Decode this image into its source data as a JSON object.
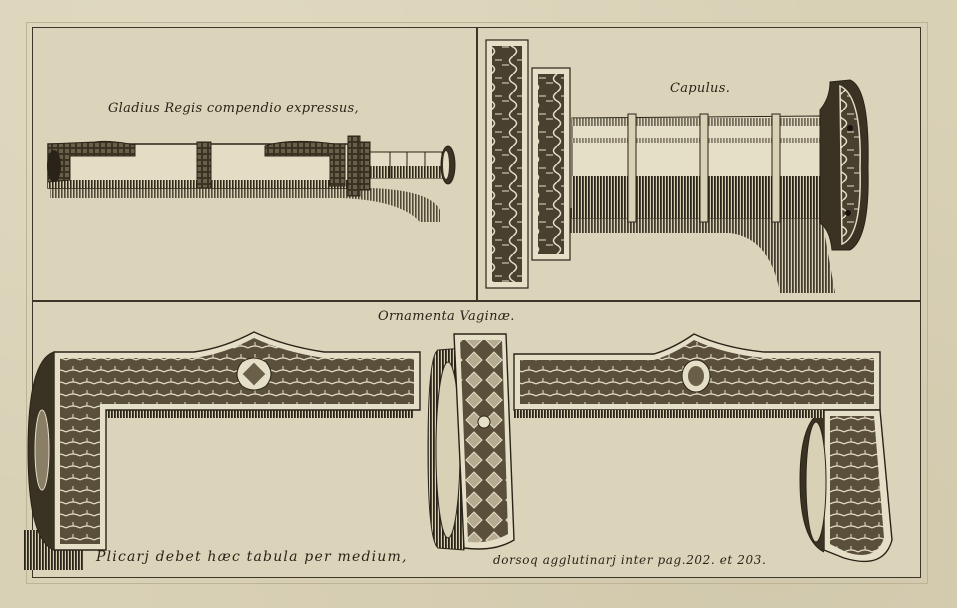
{
  "plate": {
    "panels": [
      {
        "id": "top-left",
        "caption": "Gladius Regis compendio expressus,",
        "subject": "sword-in-scabbard"
      },
      {
        "id": "top-right",
        "caption": "Capulus.",
        "subject": "sword-hilt"
      },
      {
        "id": "bottom",
        "caption": "Ornamenta Vaginæ.",
        "subject": "scabbard-ornaments"
      }
    ],
    "footer_left": "Plicarj debet hæc tabula per medium,",
    "footer_right": "dorsoq agglutinarj inter pag.202. et 203."
  },
  "colors": {
    "paper": "#d9d1b6",
    "ink": "#2a2418",
    "frame_line": "#3c3628"
  }
}
